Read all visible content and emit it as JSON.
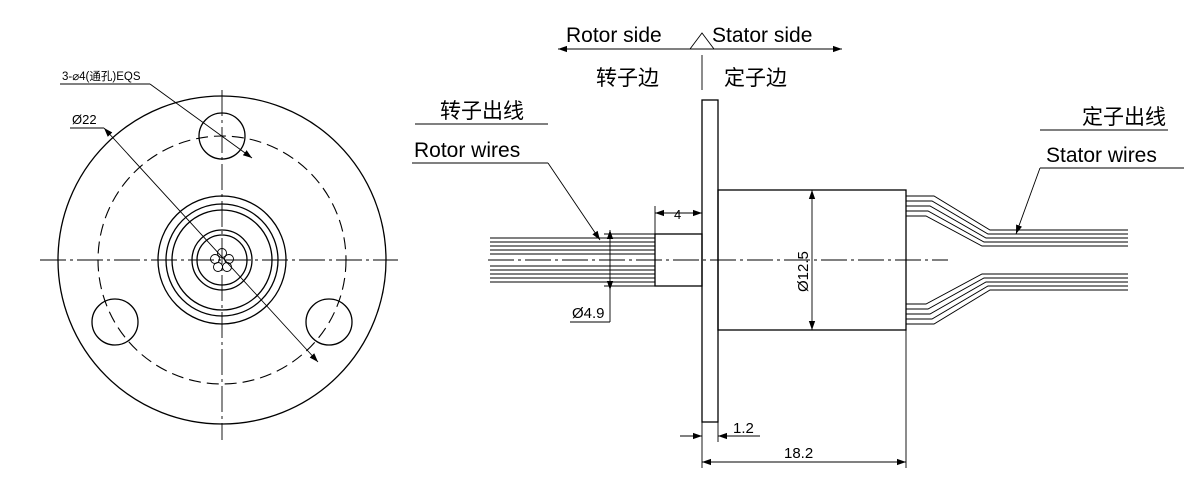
{
  "labels": {
    "holes": "3-⌀4(通孔)EQS",
    "flange_diameter": "Ø22",
    "rotor_side_en": "Rotor side",
    "stator_side_en": "Stator side",
    "rotor_side_cn": "转子边",
    "stator_side_cn": "定子边",
    "rotor_wires_cn": "转子出线",
    "rotor_wires_en": "Rotor wires",
    "stator_wires_cn": "定子出线",
    "stator_wires_en": "Stator wires",
    "dim_4": "4",
    "dim_body_diameter": "Ø12.5",
    "dim_shaft_diameter": "Ø4.9",
    "dim_flange_thickness": "1.2",
    "dim_total_length": "18.2"
  }
}
